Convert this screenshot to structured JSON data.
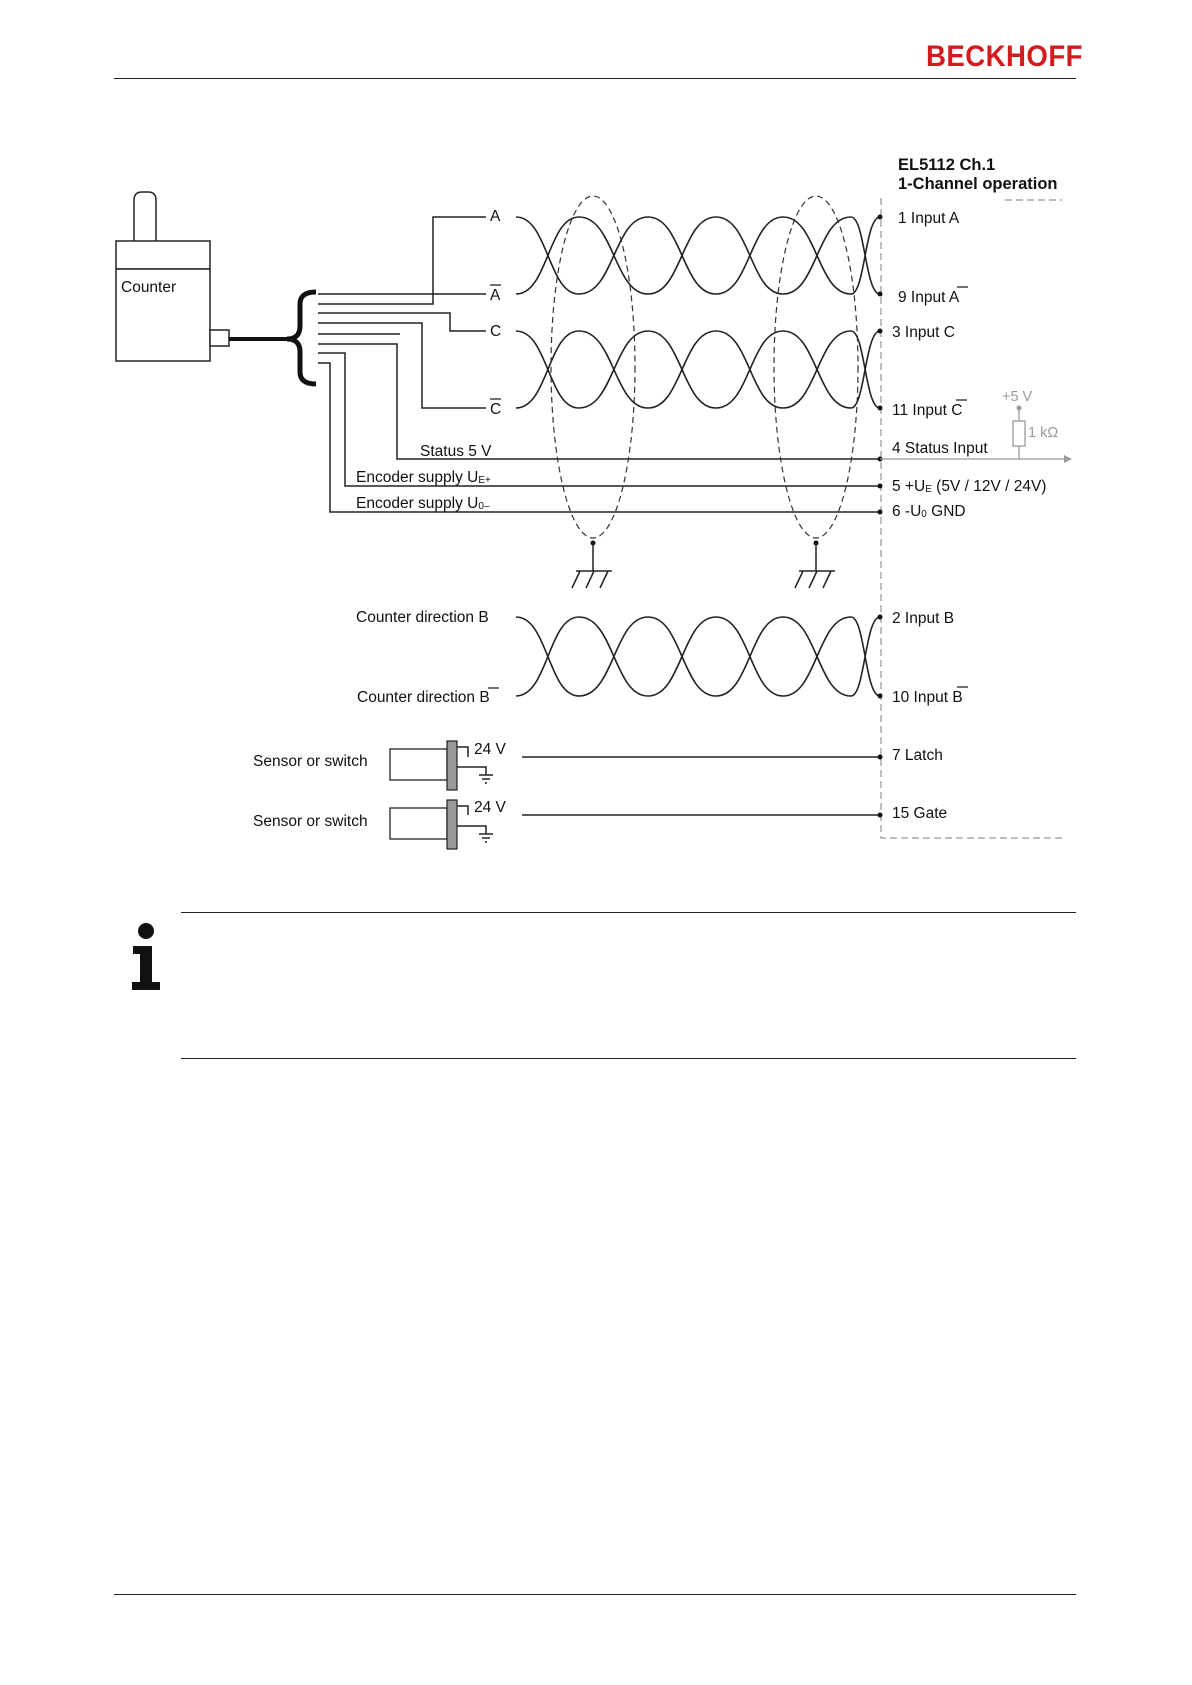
{
  "header": {
    "brand": "BECKHOFF",
    "brand_color": "#d51a1e"
  },
  "diagram": {
    "title_line1": "EL5112 Ch.1",
    "title_line2": "1-Channel operation",
    "encoder_label": "Counter",
    "signals": {
      "a": "A",
      "a_inv": "A",
      "c": "C",
      "c_inv": "C",
      "status": "Status 5 V",
      "supply_plus_prefix": "Encoder supply U",
      "supply_plus_sub": "E+",
      "supply_minus_prefix": "Encoder supply U",
      "supply_minus_sub": "0–",
      "dir_b": "Counter direction  B",
      "dir_b_inv_prefix": "Counter direction ",
      "dir_b_inv_letter": "B",
      "sensor1": "Sensor or switch",
      "sensor2": "Sensor or switch",
      "v24_1": "24 V",
      "v24_2": "24 V"
    },
    "terminals": {
      "t1": "1  Input A",
      "t9_prefix": "9  Input ",
      "t9_letter": "A",
      "t3": "3   Input C",
      "t11_prefix": "11 Input ",
      "t11_letter": "C",
      "t4": "4  Status Input",
      "t5_prefix": "5  +U",
      "t5_sub": "E",
      "t5_suffix": " (5V / 12V / 24V)",
      "t6_prefix": "6  -U",
      "t6_sub": "0",
      "t6_suffix": "  GND",
      "t2": "2  Input B",
      "t10_prefix": "10 Input ",
      "t10_letter": "B",
      "t7": "7  Latch",
      "t15": "15 Gate"
    },
    "pullup": {
      "voltage": "+5 V",
      "resistor": "1 kΩ"
    }
  },
  "note": {
    "icon": "info-icon",
    "text": ""
  }
}
